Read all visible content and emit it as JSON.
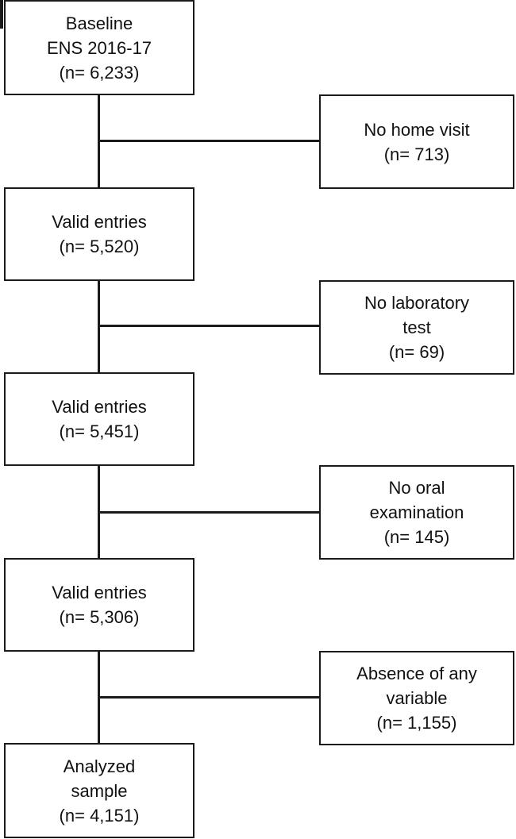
{
  "main_boxes": [
    {
      "lines": [
        "Baseline",
        "ENS 2016-17",
        "(n= 6,233)"
      ]
    },
    {
      "lines": [
        "Valid entries",
        "(n= 5,520)"
      ]
    },
    {
      "lines": [
        "Valid entries",
        "(n= 5,451)"
      ]
    },
    {
      "lines": [
        "Valid entries",
        "(n= 5,306)"
      ]
    },
    {
      "lines": [
        "Analyzed",
        "sample",
        "(n= 4,151)"
      ]
    }
  ],
  "exclusion_boxes": [
    {
      "lines": [
        "No home visit",
        "(n= 713)"
      ]
    },
    {
      "lines": [
        "No laboratory",
        "test",
        "(n= 69)"
      ]
    },
    {
      "lines": [
        "No oral",
        "examination",
        "(n= 145)"
      ]
    },
    {
      "lines": [
        "Absence of any",
        "variable",
        "(n= 1,155)"
      ]
    }
  ]
}
